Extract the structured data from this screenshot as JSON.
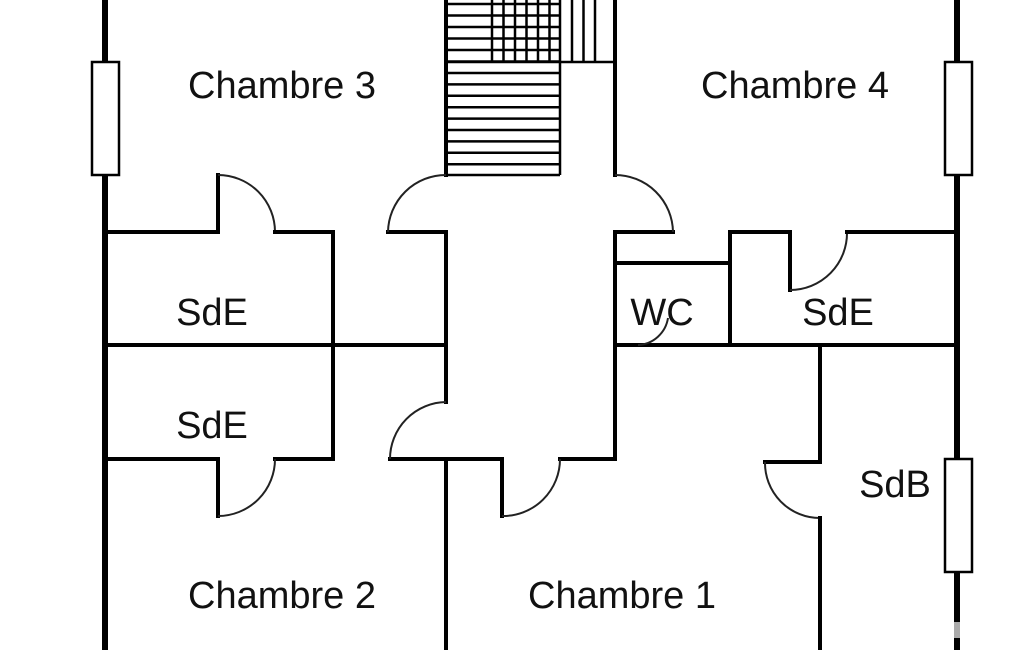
{
  "plan": {
    "rooms": {
      "chambre3": "Chambre 3",
      "chambre4": "Chambre 4",
      "sde_left_top": "SdE",
      "sde_left_bottom": "SdE",
      "wc": "WC",
      "sde_right": "SdE",
      "sdb": "SdB",
      "chambre2": "Chambre 2",
      "chambre1": "Chambre 1"
    }
  }
}
